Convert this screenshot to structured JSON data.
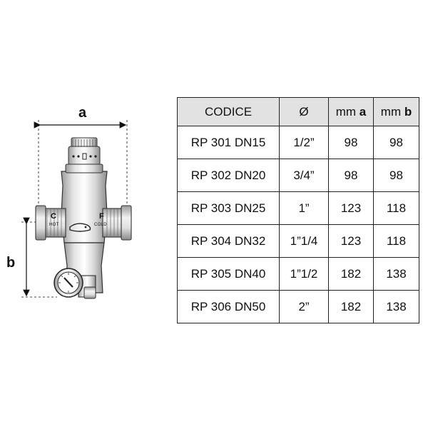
{
  "diagram": {
    "dimension_a": "a",
    "dimension_b": "b",
    "ports": {
      "hot_letter": "C",
      "hot_word": "HOT",
      "cold_letter": "F",
      "cold_word": "COLD"
    }
  },
  "table": {
    "headers": {
      "code": "CODICE",
      "diameter": "Ø",
      "mm_a_prefix": "mm ",
      "mm_a_letter": "a",
      "mm_b_prefix": "mm ",
      "mm_b_letter": "b"
    },
    "rows": [
      {
        "code": "RP 301 DN15",
        "diameter": "1/2”",
        "mm_a": "98",
        "mm_b": "98"
      },
      {
        "code": "RP 302 DN20",
        "diameter": "3/4”",
        "mm_a": "98",
        "mm_b": "98"
      },
      {
        "code": "RP 303 DN25",
        "diameter": "1”",
        "mm_a": "123",
        "mm_b": "118"
      },
      {
        "code": "RP 304 DN32",
        "diameter": "1”1/4",
        "mm_a": "123",
        "mm_b": "118"
      },
      {
        "code": "RP 305 DN40",
        "diameter": "1”1/2",
        "mm_a": "182",
        "mm_b": "138"
      },
      {
        "code": "RP 306 DN50",
        "diameter": "2”",
        "mm_a": "182",
        "mm_b": "138"
      }
    ]
  }
}
